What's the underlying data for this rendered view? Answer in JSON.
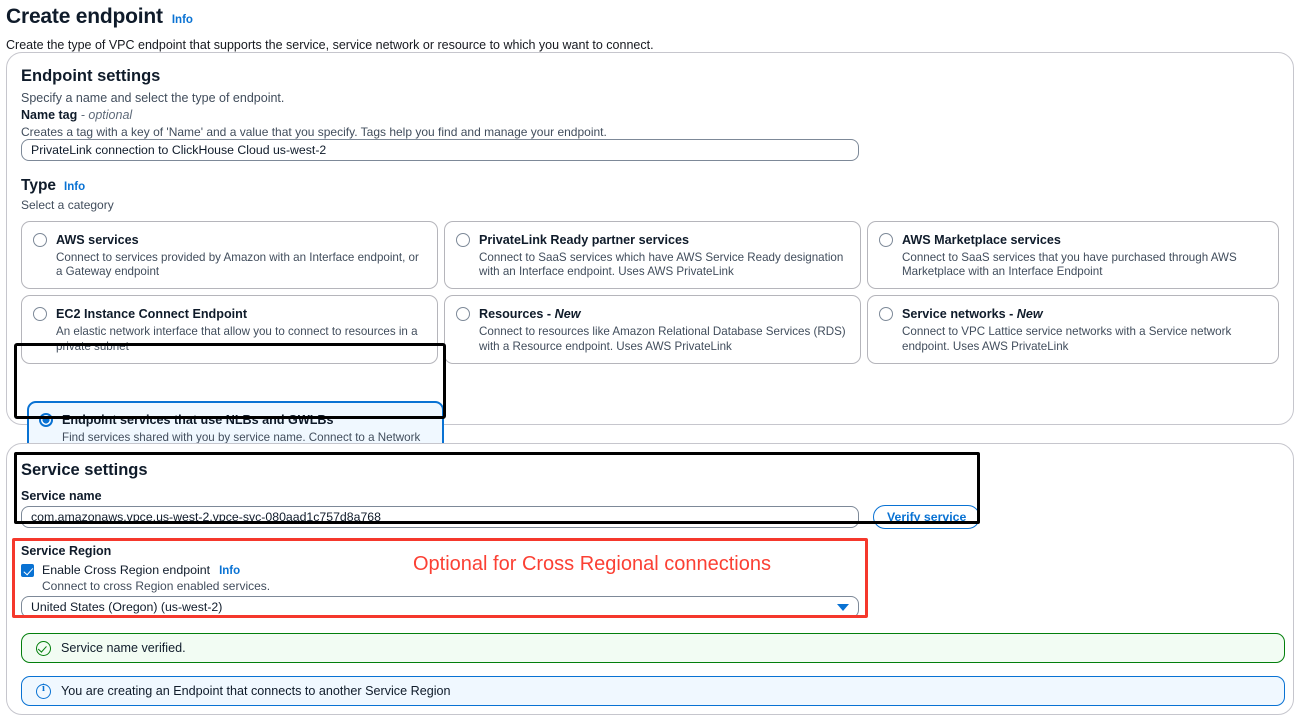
{
  "page": {
    "title": "Create endpoint",
    "info_label": "Info",
    "subtitle": "Create the type of VPC endpoint that supports the service, service network or resource to which you want to connect."
  },
  "endpoint_settings": {
    "title": "Endpoint settings",
    "subtitle": "Specify a name and select the type of endpoint.",
    "name_tag": {
      "label": "Name tag",
      "optional_suffix": "- optional",
      "description": "Creates a tag with a key of 'Name' and a value that you specify. Tags help you find and manage your endpoint.",
      "value": "PrivateLink connection to ClickHouse Cloud us-west-2"
    },
    "type": {
      "label": "Type",
      "info_label": "Info",
      "description": "Select a category",
      "options": [
        {
          "title": "AWS services",
          "description": "Connect to services provided by Amazon with an Interface endpoint, or a Gateway endpoint",
          "selected": false,
          "new": false
        },
        {
          "title": "PrivateLink Ready partner services",
          "description": "Connect to SaaS services which have AWS Service Ready designation with an Interface endpoint. Uses AWS PrivateLink",
          "selected": false,
          "new": false
        },
        {
          "title": "AWS Marketplace services",
          "description": "Connect to SaaS services that you have purchased through AWS Marketplace with an Interface Endpoint",
          "selected": false,
          "new": false
        },
        {
          "title": "EC2 Instance Connect Endpoint",
          "description": "An elastic network interface that allow you to connect to resources in a private subnet",
          "selected": false,
          "new": false
        },
        {
          "title": "Resources - ",
          "new_label": "New",
          "description": "Connect to resources like Amazon Relational Database Services (RDS) with a Resource endpoint. Uses AWS PrivateLink",
          "selected": false,
          "new": true
        },
        {
          "title": "Service networks - ",
          "new_label": "New",
          "description": "Connect to VPC Lattice service networks with a Service network endpoint. Uses AWS PrivateLink",
          "selected": false,
          "new": true
        },
        {
          "title": "Endpoint services that use NLBs and GWLBs",
          "description": "Find services shared with you by service name. Connect to a Network LoadBalancer (NLB) service with an Interface endpoint or to a Gateway LoadBalancer (GWLB) service with a Gateway Load Balancer endpoint",
          "selected": true,
          "new": false
        }
      ]
    }
  },
  "service_settings": {
    "title": "Service settings",
    "service_name": {
      "label": "Service name",
      "value": "com.amazonaws.vpce.us-west-2.vpce-svc-080aad1c757d8a768"
    },
    "verify_button": "Verify service",
    "service_region": {
      "label": "Service Region",
      "checkbox_label": "Enable Cross Region endpoint",
      "checkbox_checked": true,
      "info_label": "Info",
      "checkbox_description": "Connect to cross Region enabled services.",
      "selected_region": "United States (Oregon) (us-west-2)"
    },
    "alerts": [
      {
        "type": "success",
        "icon": "check-circle-icon",
        "text": "Service name verified."
      },
      {
        "type": "info",
        "icon": "info-circle-icon",
        "text": "You are creating an Endpoint that connects to another Service Region"
      }
    ]
  },
  "annotations": {
    "cross_region_note": "Optional for Cross Regional connections"
  },
  "colors": {
    "accent_blue": "#0972d3",
    "success_green": "#037f0c",
    "annotation_red": "#fb4034",
    "annotation_black": "#000000"
  }
}
